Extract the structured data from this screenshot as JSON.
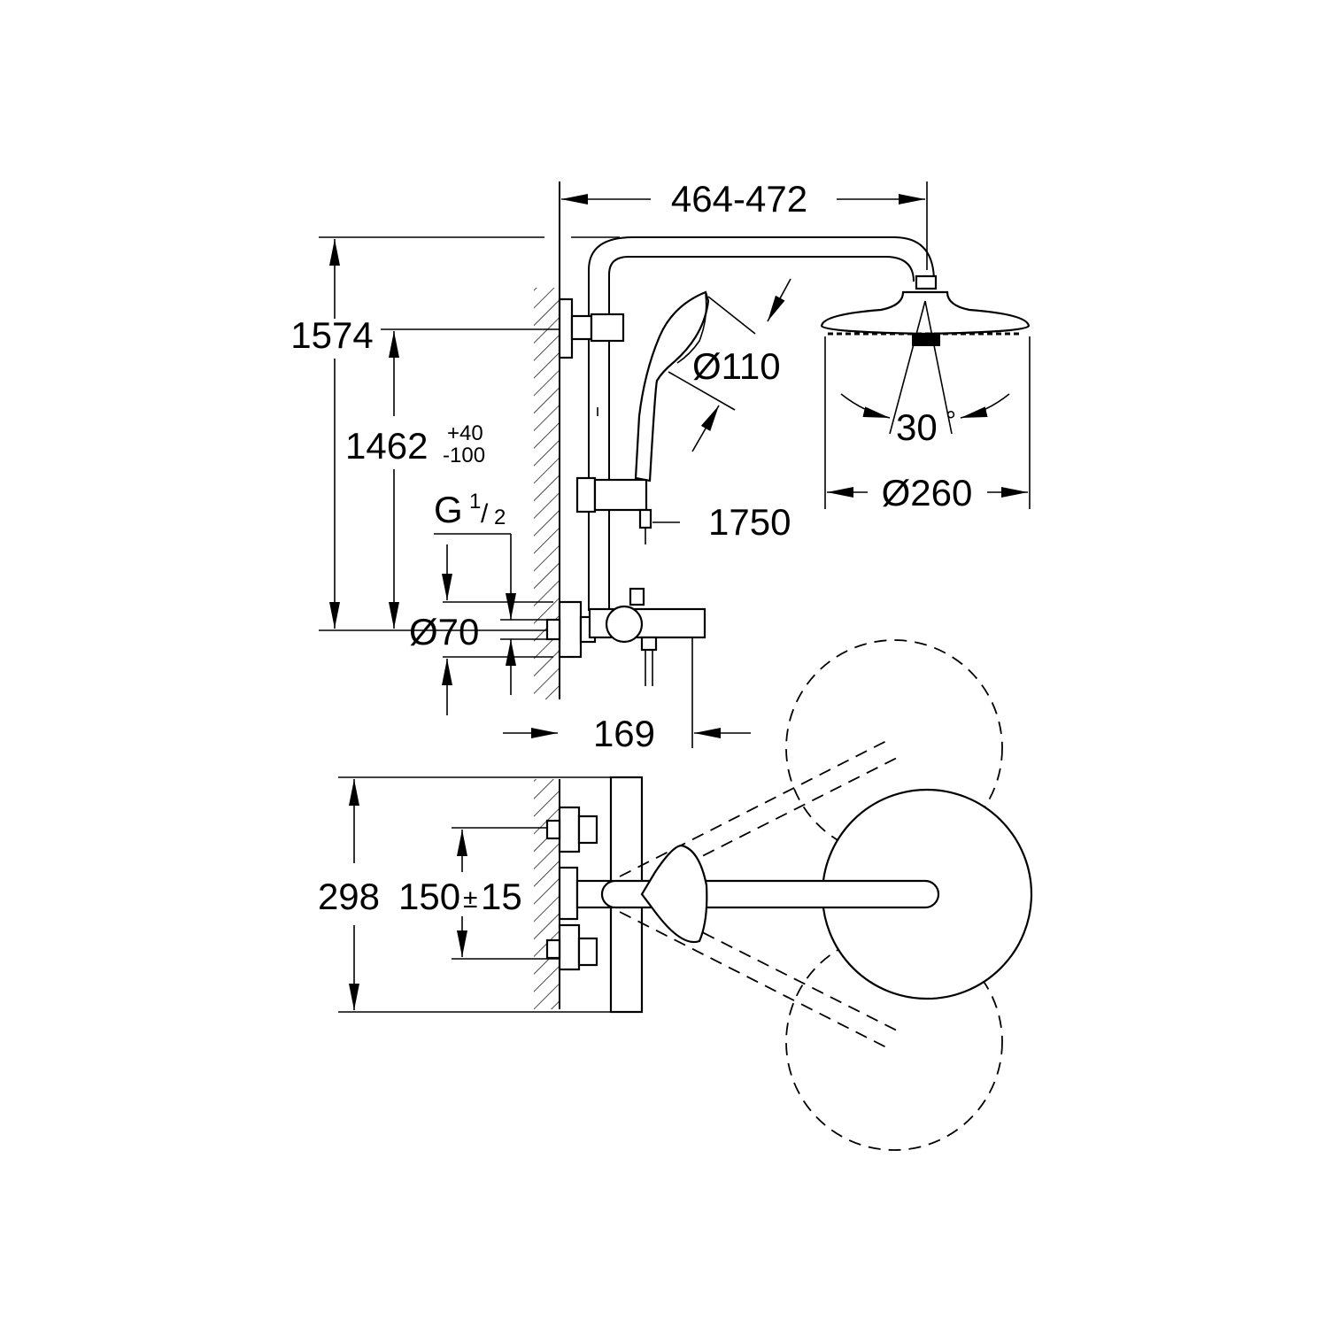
{
  "dimensions": {
    "arm_reach": "464-472",
    "total_height": "1574",
    "mixer_height": "1462",
    "mixer_height_tol_plus": "+40",
    "mixer_height_tol_minus": "-100",
    "thread_g": "G",
    "thread_num": "1",
    "thread_slash": "/",
    "thread_den": "2",
    "rosette_dia": "Ø70",
    "hand_shower_dia": "Ø110",
    "spray_angle": "30",
    "degree": "°",
    "head_shower_dia": "Ø260",
    "hose_length": "1750",
    "mixer_depth": "169",
    "swivel_span": "298",
    "inlet_centers": "150",
    "inlet_pm": "±",
    "inlet_tol": "15"
  }
}
